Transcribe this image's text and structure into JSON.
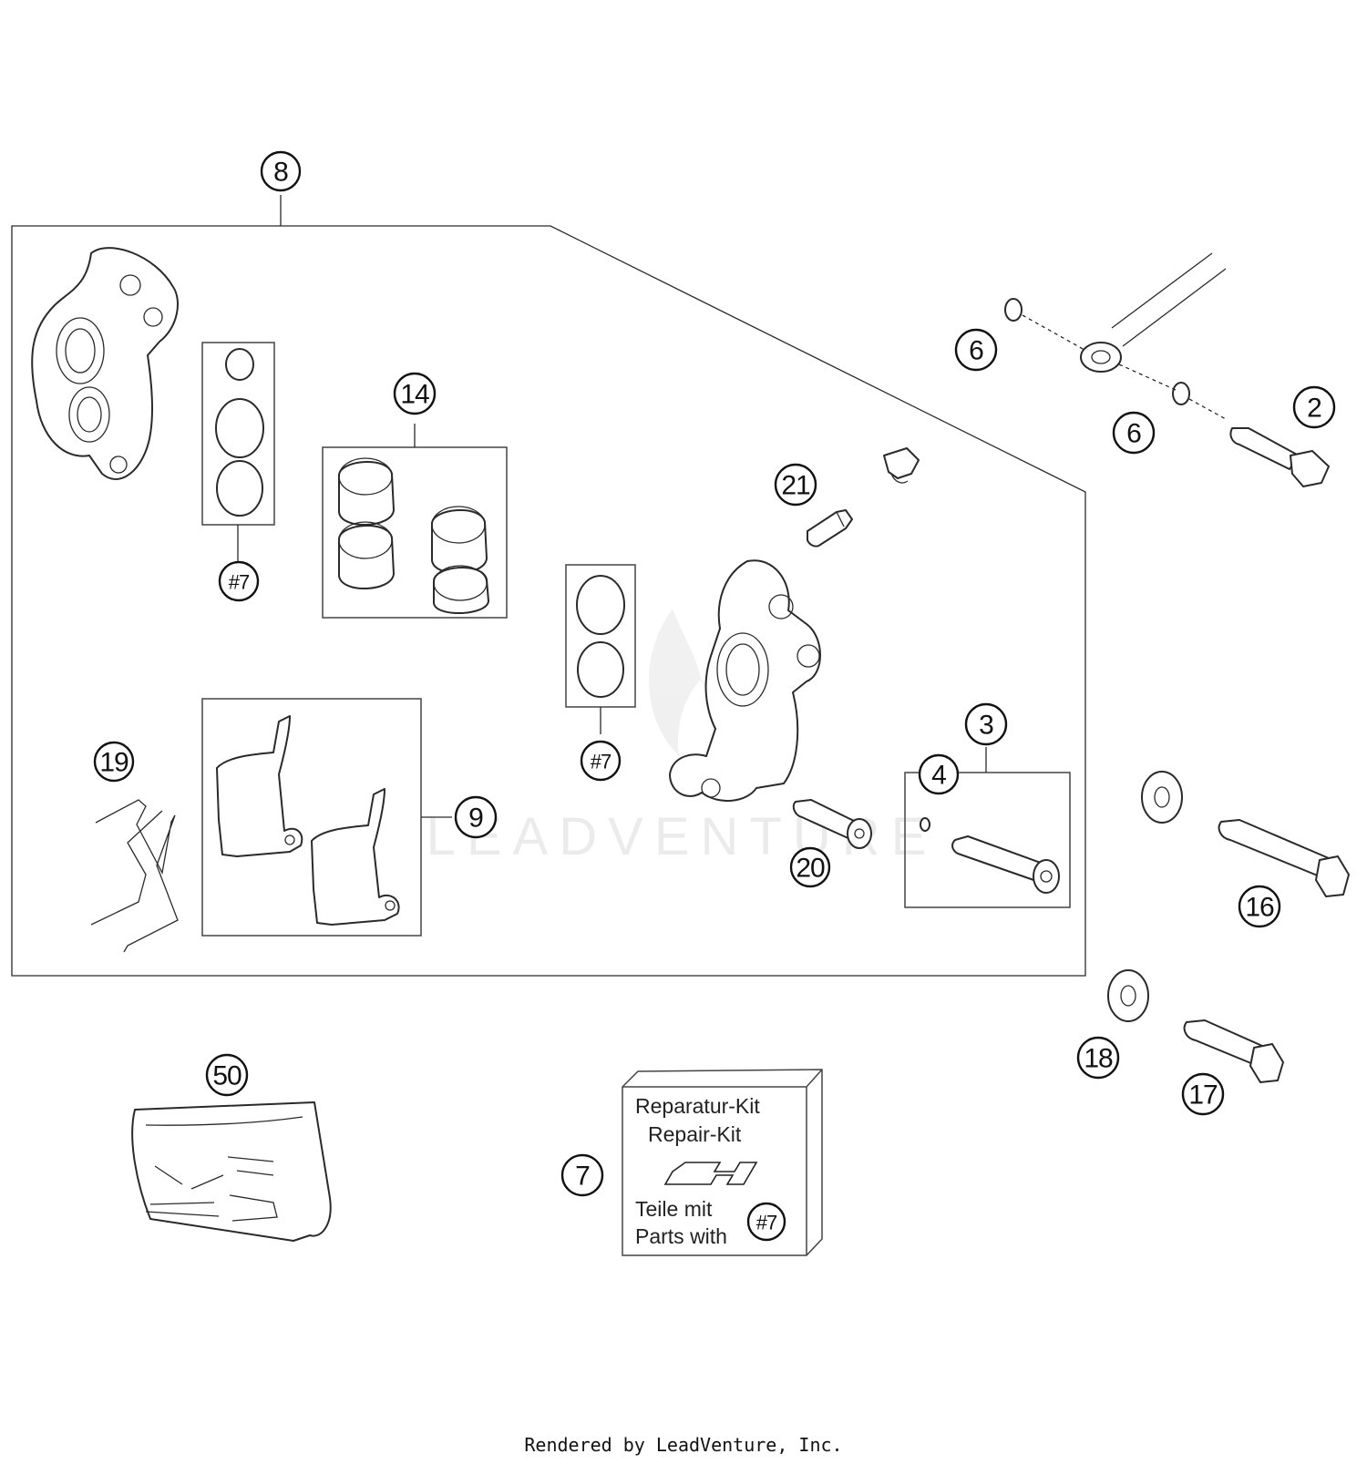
{
  "callouts": {
    "c2": "2",
    "c3": "3",
    "c4": "4",
    "c6a": "6",
    "c6b": "6",
    "c7": "7",
    "c7ref_a": "#7",
    "c7ref_b": "#7",
    "c8": "8",
    "c9": "9",
    "c14": "14",
    "c16": "16",
    "c17": "17",
    "c18": "18",
    "c19": "19",
    "c20": "20",
    "c21": "21",
    "c50": "50"
  },
  "repair_kit": {
    "line1": "Reparatur-Kit",
    "line2": "Repair-Kit",
    "line3": "Teile mit",
    "line4": "Parts with",
    "ref": "#7"
  },
  "watermark": "LEADVENTURE",
  "footer": "Rendered by LeadVenture, Inc."
}
